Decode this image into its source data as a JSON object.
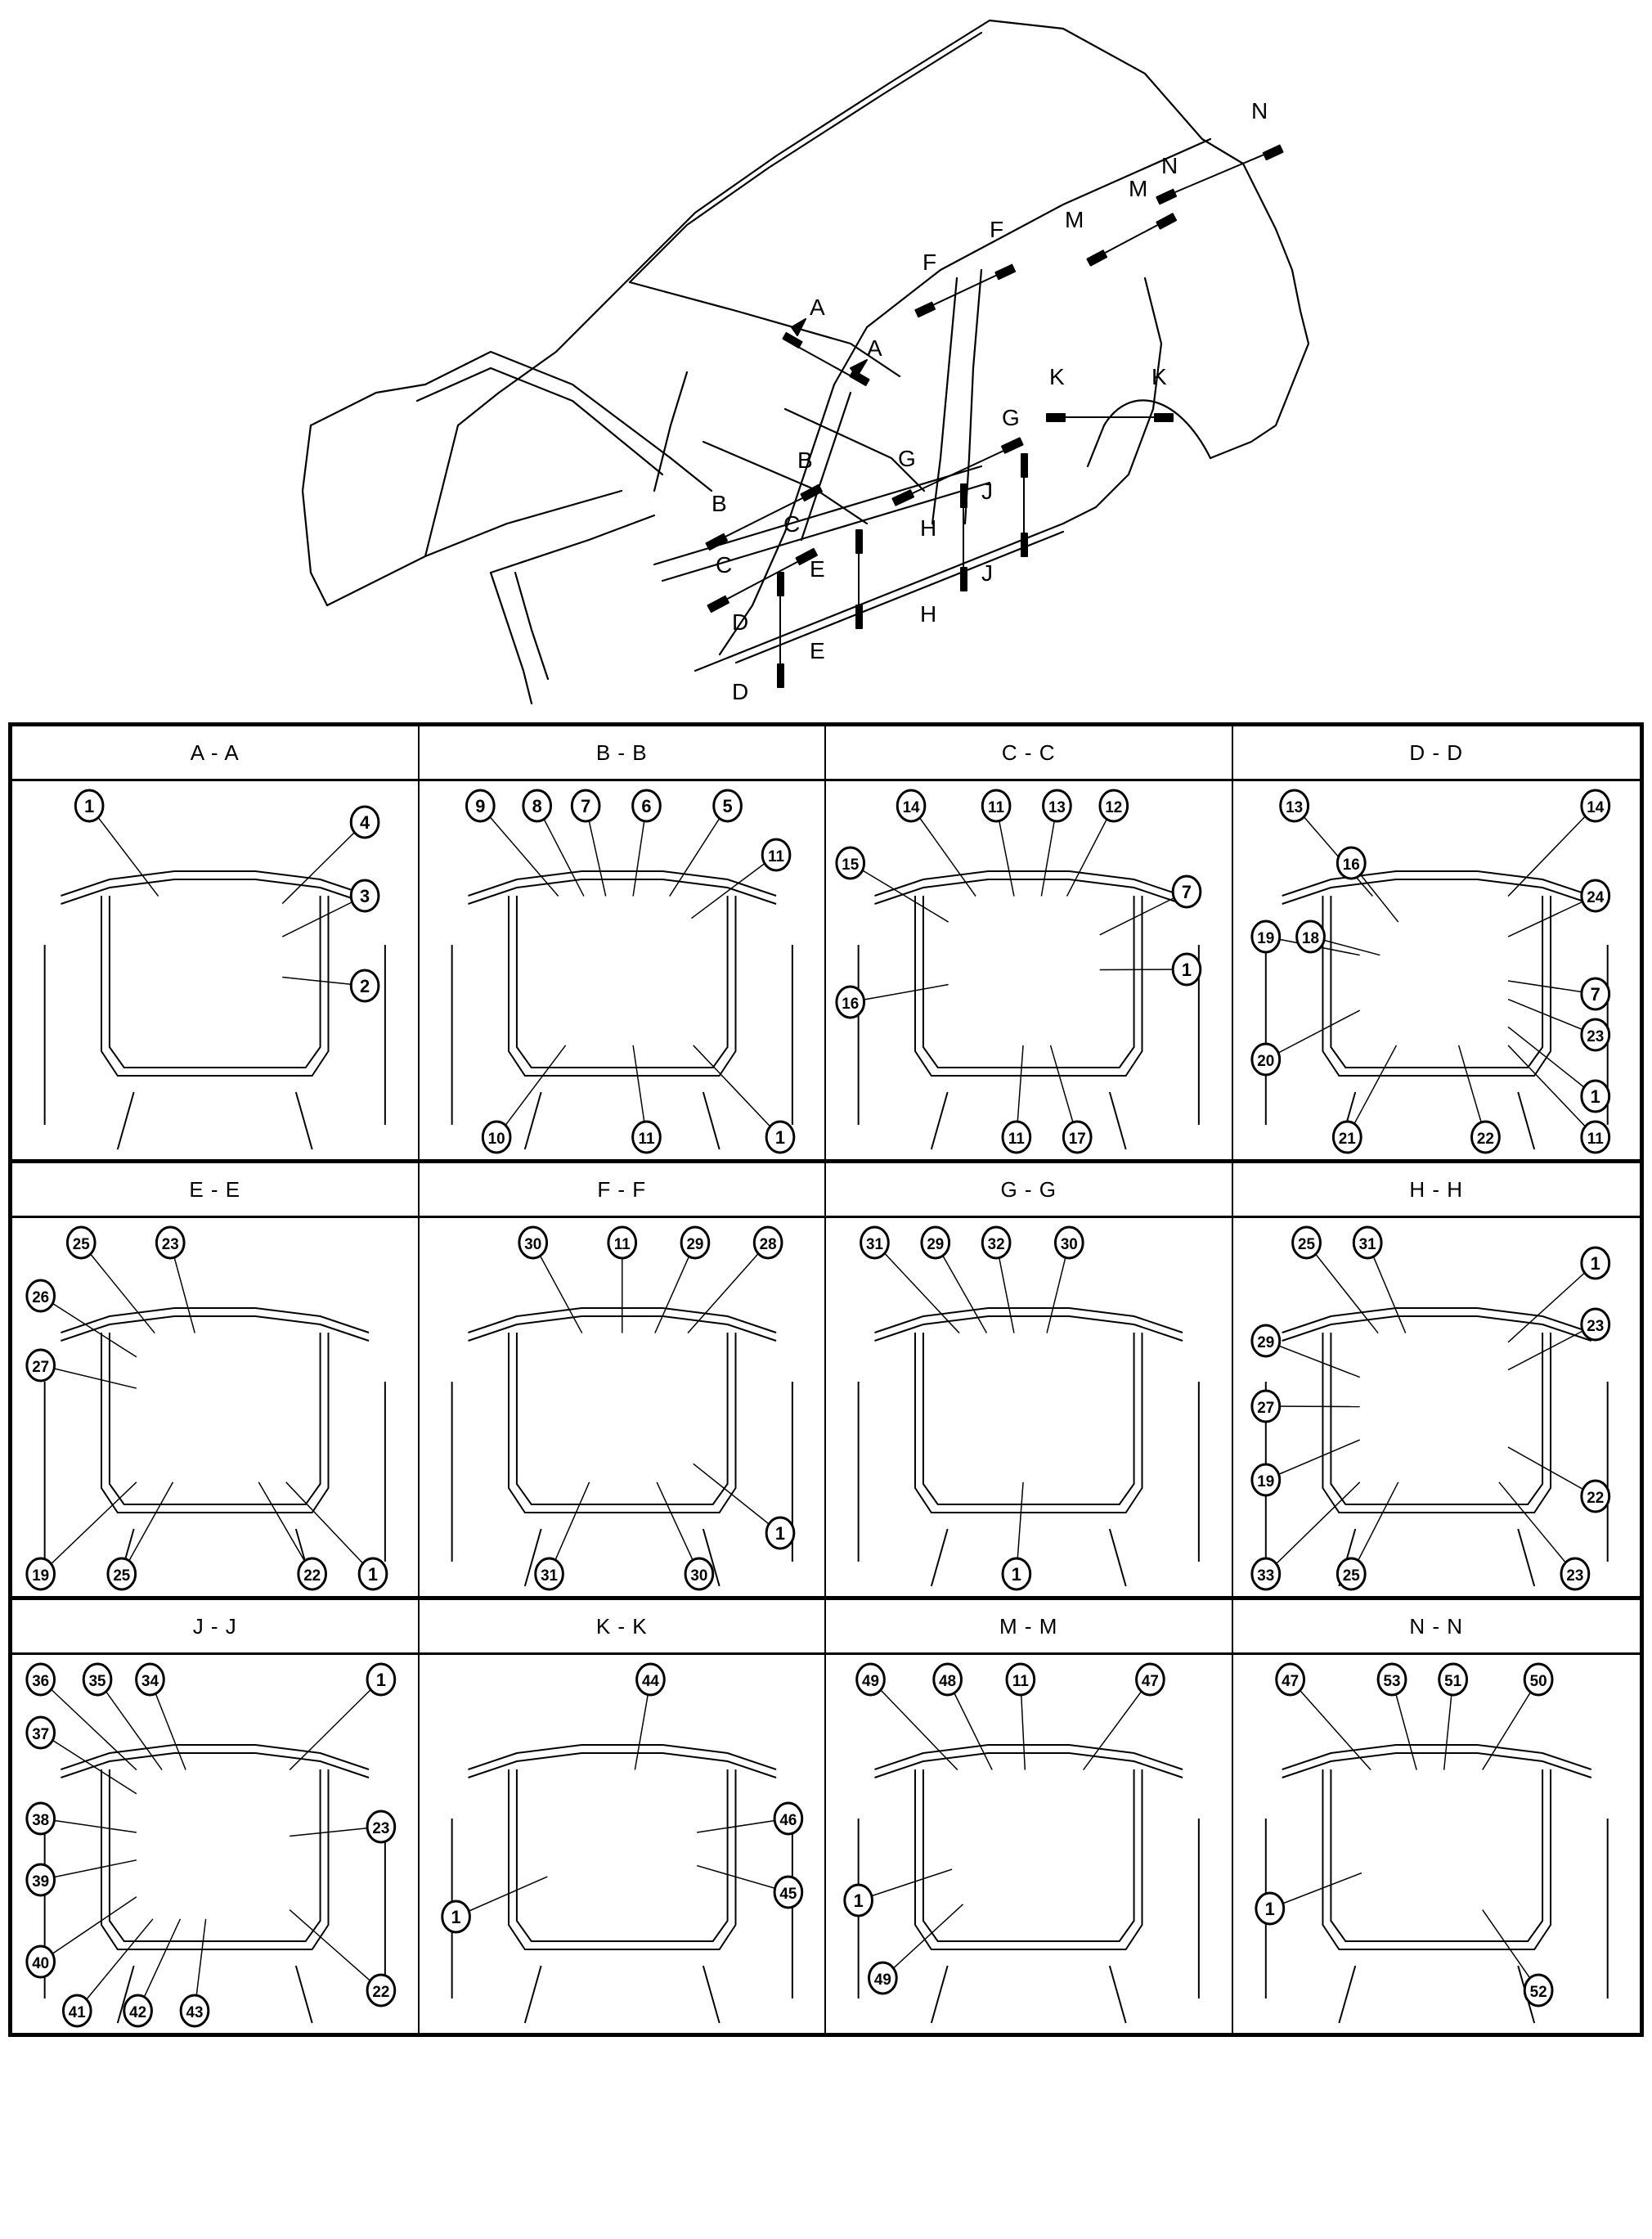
{
  "overview": {
    "title": "Body structure overview with section cut lines",
    "section_markers": [
      {
        "letter": "A",
        "marks": 2,
        "arrow": "down"
      },
      {
        "letter": "B",
        "marks": 2,
        "arrow": "down"
      },
      {
        "letter": "C",
        "marks": 2,
        "arrow": "down"
      },
      {
        "letter": "D",
        "marks": 2,
        "arrow": "right"
      },
      {
        "letter": "E",
        "marks": 2,
        "arrow": "right"
      },
      {
        "letter": "F",
        "marks": 2,
        "arrow": "down"
      },
      {
        "letter": "G",
        "marks": 2,
        "arrow": "down"
      },
      {
        "letter": "H",
        "marks": 2,
        "arrow": "right"
      },
      {
        "letter": "J",
        "marks": 2,
        "arrow": "right"
      },
      {
        "letter": "K",
        "marks": 2,
        "arrow": "down"
      },
      {
        "letter": "M",
        "marks": 2,
        "arrow": "down"
      },
      {
        "letter": "N",
        "marks": 2,
        "arrow": "down"
      }
    ]
  },
  "sections": [
    {
      "title": "A - A",
      "callouts": [
        "1",
        "4",
        "3",
        "2"
      ]
    },
    {
      "title": "B - B",
      "callouts": [
        "9",
        "8",
        "7",
        "6",
        "5",
        "11",
        "10",
        "11",
        "1"
      ]
    },
    {
      "title": "C - C",
      "callouts": [
        "15",
        "14",
        "11",
        "13",
        "12",
        "7",
        "1",
        "16",
        "11",
        "17"
      ]
    },
    {
      "title": "D - D",
      "callouts": [
        "13",
        "16",
        "14",
        "24",
        "19",
        "18",
        "7",
        "23",
        "20",
        "1",
        "21",
        "22",
        "11"
      ]
    },
    {
      "title": "E - E",
      "callouts": [
        "25",
        "23",
        "26",
        "27",
        "19",
        "25",
        "22",
        "1"
      ]
    },
    {
      "title": "F - F",
      "callouts": [
        "30",
        "11",
        "29",
        "28",
        "1",
        "31",
        "30"
      ]
    },
    {
      "title": "G - G",
      "callouts": [
        "31",
        "29",
        "32",
        "30",
        "1"
      ]
    },
    {
      "title": "H - H",
      "callouts": [
        "25",
        "31",
        "1",
        "29",
        "23",
        "27",
        "19",
        "22",
        "33",
        "25",
        "23"
      ]
    },
    {
      "title": "J - J",
      "callouts": [
        "36",
        "35",
        "34",
        "1",
        "37",
        "23",
        "38",
        "39",
        "40",
        "41",
        "42",
        "43",
        "22"
      ]
    },
    {
      "title": "K - K",
      "callouts": [
        "44",
        "46",
        "45",
        "1"
      ]
    },
    {
      "title": "M - M",
      "callouts": [
        "49",
        "48",
        "11",
        "47",
        "1",
        "49"
      ]
    },
    {
      "title": "N - N",
      "callouts": [
        "47",
        "53",
        "51",
        "50",
        "1",
        "52"
      ]
    }
  ]
}
